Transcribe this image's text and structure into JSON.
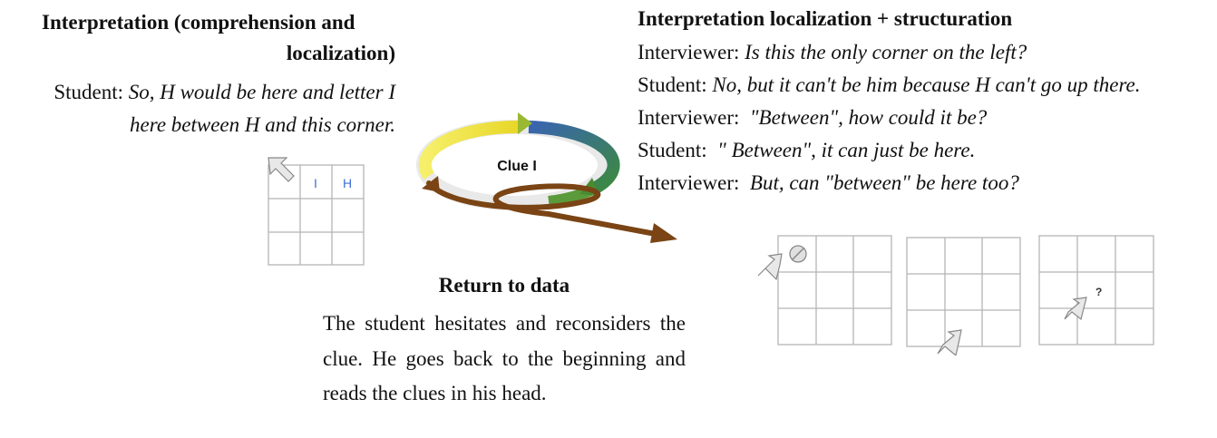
{
  "left": {
    "heading_line1": "Interpretation (comprehension and",
    "heading_line2": "localization)",
    "speaker": "Student:",
    "speech_line1": "So, H would be here and letter I",
    "speech_line2": "here between H and this corner.",
    "grid_letters": [
      "I",
      "H"
    ]
  },
  "cycle": {
    "label": "Clue I",
    "colors": {
      "yellow": "#f2e94a",
      "green": "#5b9a3a",
      "blue": "#3a64b0",
      "brown": "#7a4414"
    }
  },
  "right": {
    "heading": "Interpretation localization + structuration",
    "dialogue": [
      {
        "speaker": "Interviewer:",
        "text": "Is this the only corner on the left?"
      },
      {
        "speaker": "Student:",
        "text": "No, but it can't be him because H can't go up there."
      },
      {
        "speaker": "Interviewer:",
        "text": "\"Between\", how could it be?"
      },
      {
        "speaker": "Student:",
        "text": "\" Between\", it can just be here."
      },
      {
        "speaker": "Interviewer:",
        "text": "But, can \"between\" be here too?"
      }
    ],
    "grid3_mark": "?"
  },
  "bottom": {
    "heading": "Return to data",
    "body": "The student hesitates and reconsiders the clue. He goes back to the beginning and reads the clues in his head."
  }
}
